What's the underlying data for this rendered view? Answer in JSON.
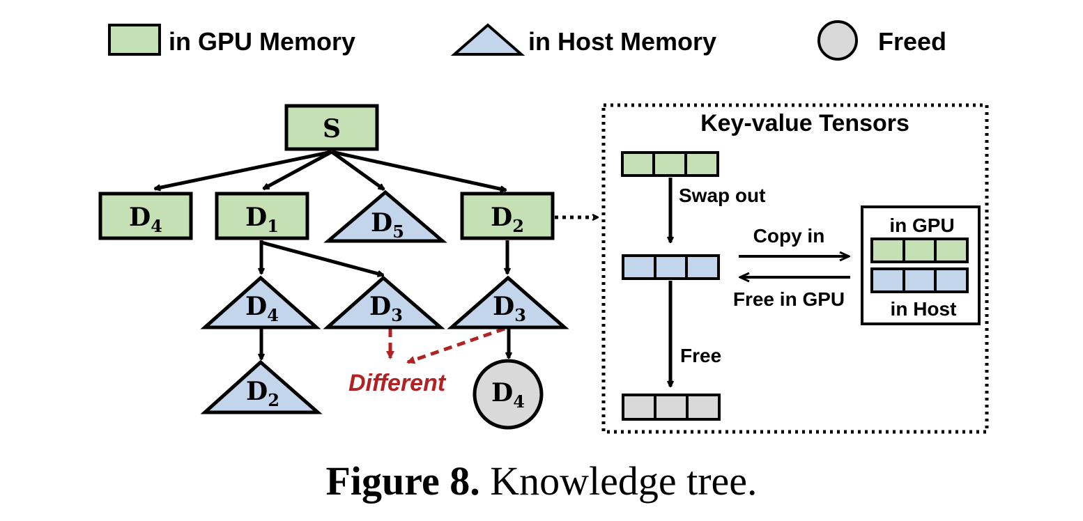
{
  "legend": {
    "gpu_label": "in GPU Memory",
    "host_label": "in Host Memory",
    "freed_label": "Freed"
  },
  "tree": {
    "root": "S",
    "level1": [
      {
        "base": "D",
        "sub": "4",
        "memory": "gpu"
      },
      {
        "base": "D",
        "sub": "1",
        "memory": "gpu"
      },
      {
        "base": "D",
        "sub": "5",
        "memory": "host"
      },
      {
        "base": "D",
        "sub": "2",
        "memory": "gpu"
      }
    ],
    "level2": [
      {
        "base": "D",
        "sub": "4",
        "memory": "host",
        "parent": "D1"
      },
      {
        "base": "D",
        "sub": "3",
        "memory": "host",
        "parent": "D1"
      },
      {
        "base": "D",
        "sub": "3",
        "memory": "host",
        "parent": "D2"
      }
    ],
    "level3": [
      {
        "base": "D",
        "sub": "2",
        "memory": "host",
        "parent": "D4"
      },
      {
        "base": "D",
        "sub": "4",
        "memory": "freed",
        "parent": "D3"
      }
    ],
    "different_label": "Different"
  },
  "kv_panel": {
    "title": "Key-value Tensors",
    "swap_out_label": "Swap out",
    "free_label": "Free",
    "copy_in_label": "Copy in",
    "free_in_gpu_label": "Free in GPU",
    "in_gpu_label": "in GPU",
    "in_host_label": "in Host"
  },
  "caption": {
    "prefix": "Figure 8.",
    "text": "Knowledge tree."
  },
  "colors": {
    "gpu": "#c5e0b4",
    "host": "#c3d5ea",
    "freed": "#d9d9d9",
    "different": "#b22222",
    "stroke": "#000000"
  }
}
